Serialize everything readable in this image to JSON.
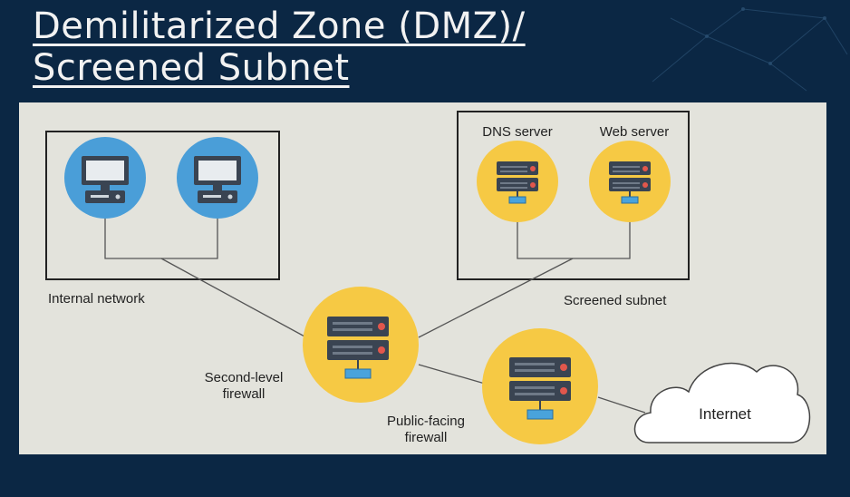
{
  "title": {
    "line1": "Demilitarized Zone (DMZ)/",
    "line2": "Screened Subnet"
  },
  "colors": {
    "background": "#0b2744",
    "panel": "#e3e3dc",
    "workstation_circle": "#4a9ed8",
    "server_circle": "#f6c944",
    "server_body": "#3a4452",
    "led": "#e2574c",
    "connector": "#49a3dc"
  },
  "nodes": {
    "dns_server": "DNS server",
    "web_server": "Web server",
    "internet": "Internet"
  },
  "labels": {
    "internal_network": "Internal network",
    "screened_subnet": "Screened subnet",
    "second_level_firewall_line1": "Second-level",
    "second_level_firewall_line2": "firewall",
    "public_firewall_line1": "Public-facing",
    "public_firewall_line2": "firewall"
  },
  "icons": [
    "monitor-icon",
    "server-rack-icon",
    "cloud-icon"
  ]
}
